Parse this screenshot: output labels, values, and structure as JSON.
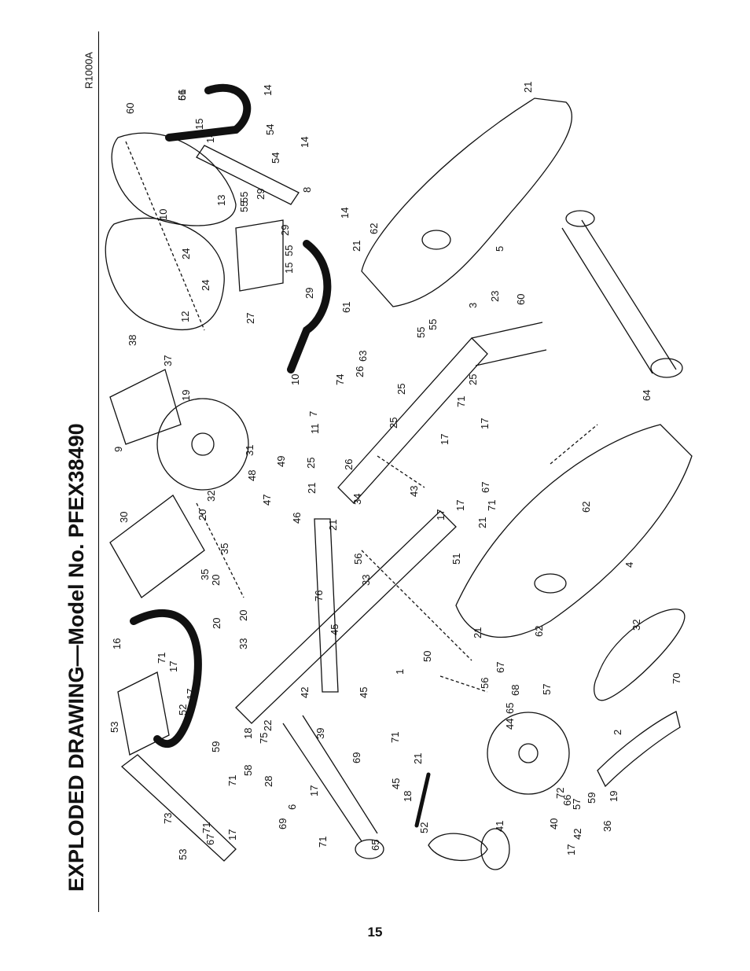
{
  "document": {
    "title": "EXPLODED DRAWING—Model No. PFEX38490",
    "reference_code": "R1000A",
    "page_number": "15"
  },
  "part_labels": [
    "61",
    "14",
    "21",
    "60",
    "15",
    "14",
    "54",
    "54",
    "14",
    "10",
    "13",
    "55",
    "29",
    "8",
    "24",
    "29",
    "55",
    "14",
    "62",
    "21",
    "24",
    "15",
    "55",
    "29",
    "12",
    "27",
    "61",
    "5",
    "60",
    "3",
    "23",
    "38",
    "37",
    "55",
    "55",
    "10",
    "26",
    "63",
    "74",
    "9",
    "19",
    "25",
    "7",
    "64",
    "11",
    "25",
    "25",
    "71",
    "17",
    "31",
    "17",
    "48",
    "49",
    "25",
    "26",
    "32",
    "47",
    "21",
    "34",
    "43",
    "46",
    "30",
    "20",
    "67",
    "21",
    "17",
    "17",
    "71",
    "20",
    "35",
    "56",
    "51",
    "21",
    "35",
    "76",
    "45",
    "33",
    "20",
    "62",
    "16",
    "33",
    "50",
    "1",
    "21",
    "4",
    "62",
    "20",
    "17",
    "71",
    "42",
    "45",
    "67",
    "56",
    "52",
    "17",
    "71",
    "32",
    "68",
    "53",
    "18",
    "22",
    "65",
    "57",
    "70",
    "44",
    "59",
    "75",
    "21",
    "39",
    "2",
    "28",
    "69",
    "58",
    "71",
    "17",
    "45",
    "18",
    "19",
    "73",
    "6",
    "69",
    "72",
    "66",
    "57",
    "59",
    "52",
    "41",
    "40",
    "36",
    "67",
    "17",
    "71",
    "65",
    "42",
    "53",
    "71",
    "17",
    "56"
  ]
}
